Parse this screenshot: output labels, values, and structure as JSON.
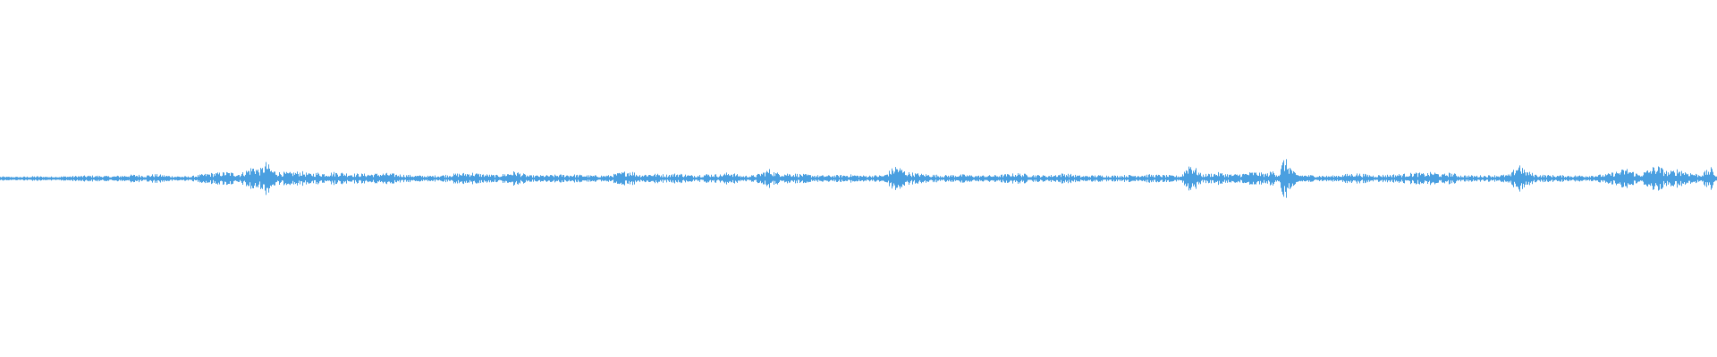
{
  "waveform": {
    "color": "#4a9fe0",
    "background": "#ffffff",
    "baseline_fraction": 0.5,
    "min_amplitude": 0.003,
    "peaks": [
      [
        0.0,
        0.006
      ],
      [
        0.01,
        0.005
      ],
      [
        0.02,
        0.007
      ],
      [
        0.03,
        0.006
      ],
      [
        0.045,
        0.008
      ],
      [
        0.055,
        0.009
      ],
      [
        0.065,
        0.007
      ],
      [
        0.078,
        0.012
      ],
      [
        0.085,
        0.01
      ],
      [
        0.09,
        0.013
      ],
      [
        0.1,
        0.008
      ],
      [
        0.11,
        0.006
      ],
      [
        0.118,
        0.013
      ],
      [
        0.122,
        0.016
      ],
      [
        0.128,
        0.018
      ],
      [
        0.132,
        0.02
      ],
      [
        0.14,
        0.015
      ],
      [
        0.148,
        0.04
      ],
      [
        0.15,
        0.03
      ],
      [
        0.152,
        0.03
      ],
      [
        0.155,
        0.05
      ],
      [
        0.158,
        0.028
      ],
      [
        0.162,
        0.02
      ],
      [
        0.168,
        0.018
      ],
      [
        0.175,
        0.022
      ],
      [
        0.18,
        0.015
      ],
      [
        0.185,
        0.018
      ],
      [
        0.19,
        0.016
      ],
      [
        0.195,
        0.02
      ],
      [
        0.2,
        0.018
      ],
      [
        0.205,
        0.015
      ],
      [
        0.215,
        0.014
      ],
      [
        0.225,
        0.016
      ],
      [
        0.232,
        0.013
      ],
      [
        0.24,
        0.01
      ],
      [
        0.25,
        0.008
      ],
      [
        0.26,
        0.012
      ],
      [
        0.268,
        0.016
      ],
      [
        0.275,
        0.018
      ],
      [
        0.28,
        0.014
      ],
      [
        0.29,
        0.01
      ],
      [
        0.3,
        0.022
      ],
      [
        0.308,
        0.009
      ],
      [
        0.318,
        0.01
      ],
      [
        0.328,
        0.012
      ],
      [
        0.335,
        0.012
      ],
      [
        0.345,
        0.009
      ],
      [
        0.355,
        0.01
      ],
      [
        0.367,
        0.025
      ],
      [
        0.372,
        0.012
      ],
      [
        0.38,
        0.015
      ],
      [
        0.388,
        0.012
      ],
      [
        0.395,
        0.016
      ],
      [
        0.402,
        0.01
      ],
      [
        0.412,
        0.014
      ],
      [
        0.42,
        0.012
      ],
      [
        0.425,
        0.02
      ],
      [
        0.432,
        0.008
      ],
      [
        0.44,
        0.01
      ],
      [
        0.448,
        0.028
      ],
      [
        0.452,
        0.018
      ],
      [
        0.46,
        0.016
      ],
      [
        0.47,
        0.012
      ],
      [
        0.478,
        0.009
      ],
      [
        0.488,
        0.01
      ],
      [
        0.495,
        0.012
      ],
      [
        0.503,
        0.009
      ],
      [
        0.515,
        0.01
      ],
      [
        0.522,
        0.04
      ],
      [
        0.528,
        0.02
      ],
      [
        0.535,
        0.015
      ],
      [
        0.542,
        0.012
      ],
      [
        0.55,
        0.01
      ],
      [
        0.56,
        0.012
      ],
      [
        0.57,
        0.009
      ],
      [
        0.58,
        0.01
      ],
      [
        0.593,
        0.016
      ],
      [
        0.6,
        0.012
      ],
      [
        0.61,
        0.009
      ],
      [
        0.62,
        0.016
      ],
      [
        0.63,
        0.008
      ],
      [
        0.64,
        0.01
      ],
      [
        0.65,
        0.009
      ],
      [
        0.66,
        0.011
      ],
      [
        0.67,
        0.012
      ],
      [
        0.68,
        0.01
      ],
      [
        0.688,
        0.008
      ],
      [
        0.693,
        0.05
      ],
      [
        0.7,
        0.012
      ],
      [
        0.71,
        0.018
      ],
      [
        0.718,
        0.012
      ],
      [
        0.725,
        0.016
      ],
      [
        0.73,
        0.02
      ],
      [
        0.738,
        0.015
      ],
      [
        0.742,
        0.025
      ],
      [
        0.745,
        0.012
      ],
      [
        0.748,
        0.065
      ],
      [
        0.755,
        0.012
      ],
      [
        0.765,
        0.01
      ],
      [
        0.775,
        0.008
      ],
      [
        0.79,
        0.016
      ],
      [
        0.8,
        0.01
      ],
      [
        0.81,
        0.012
      ],
      [
        0.818,
        0.014
      ],
      [
        0.825,
        0.018
      ],
      [
        0.83,
        0.015
      ],
      [
        0.835,
        0.02
      ],
      [
        0.84,
        0.012
      ],
      [
        0.845,
        0.018
      ],
      [
        0.85,
        0.01
      ],
      [
        0.86,
        0.009
      ],
      [
        0.87,
        0.01
      ],
      [
        0.88,
        0.012
      ],
      [
        0.885,
        0.05
      ],
      [
        0.888,
        0.025
      ],
      [
        0.895,
        0.012
      ],
      [
        0.905,
        0.01
      ],
      [
        0.915,
        0.009
      ],
      [
        0.925,
        0.01
      ],
      [
        0.935,
        0.012
      ],
      [
        0.948,
        0.03
      ],
      [
        0.955,
        0.012
      ],
      [
        0.965,
        0.04
      ],
      [
        0.972,
        0.02
      ],
      [
        0.975,
        0.025
      ],
      [
        0.978,
        0.03
      ],
      [
        0.982,
        0.022
      ],
      [
        0.99,
        0.012
      ],
      [
        0.997,
        0.032
      ],
      [
        1.0,
        0.01
      ]
    ]
  }
}
